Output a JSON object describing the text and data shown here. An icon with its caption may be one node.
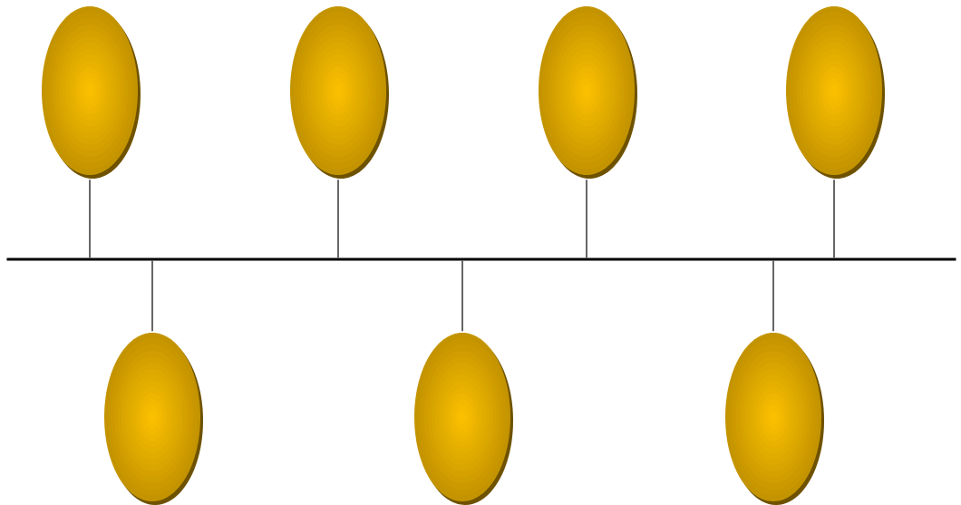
{
  "diagram": {
    "nodes": [
      {
        "text": [],
        "shape": "ellipse"
      },
      {
        "text": [],
        "shape": "ellipse"
      },
      {
        "text": [],
        "shape": "ellipse"
      },
      {
        "text": [],
        "shape": "ellipse"
      },
      {
        "text": [],
        "shape": "ellipse"
      },
      {
        "text": [],
        "shape": "ellipse"
      },
      {
        "text": [],
        "shape": "ellipse"
      },
      {
        "text": [],
        "shape": "bar"
      }
    ],
    "edges": [
      {
        "from": 0,
        "to": 7,
        "arrow": "none"
      },
      {
        "from": 1,
        "to": 7,
        "arrow": "none"
      },
      {
        "from": 2,
        "to": 7,
        "arrow": "none"
      },
      {
        "from": 3,
        "to": 7,
        "arrow": "none"
      },
      {
        "from": 4,
        "to": 7,
        "arrow": "none"
      },
      {
        "from": 5,
        "to": 7,
        "arrow": "none"
      },
      {
        "from": 6,
        "to": 7,
        "arrow": "none"
      }
    ]
  }
}
